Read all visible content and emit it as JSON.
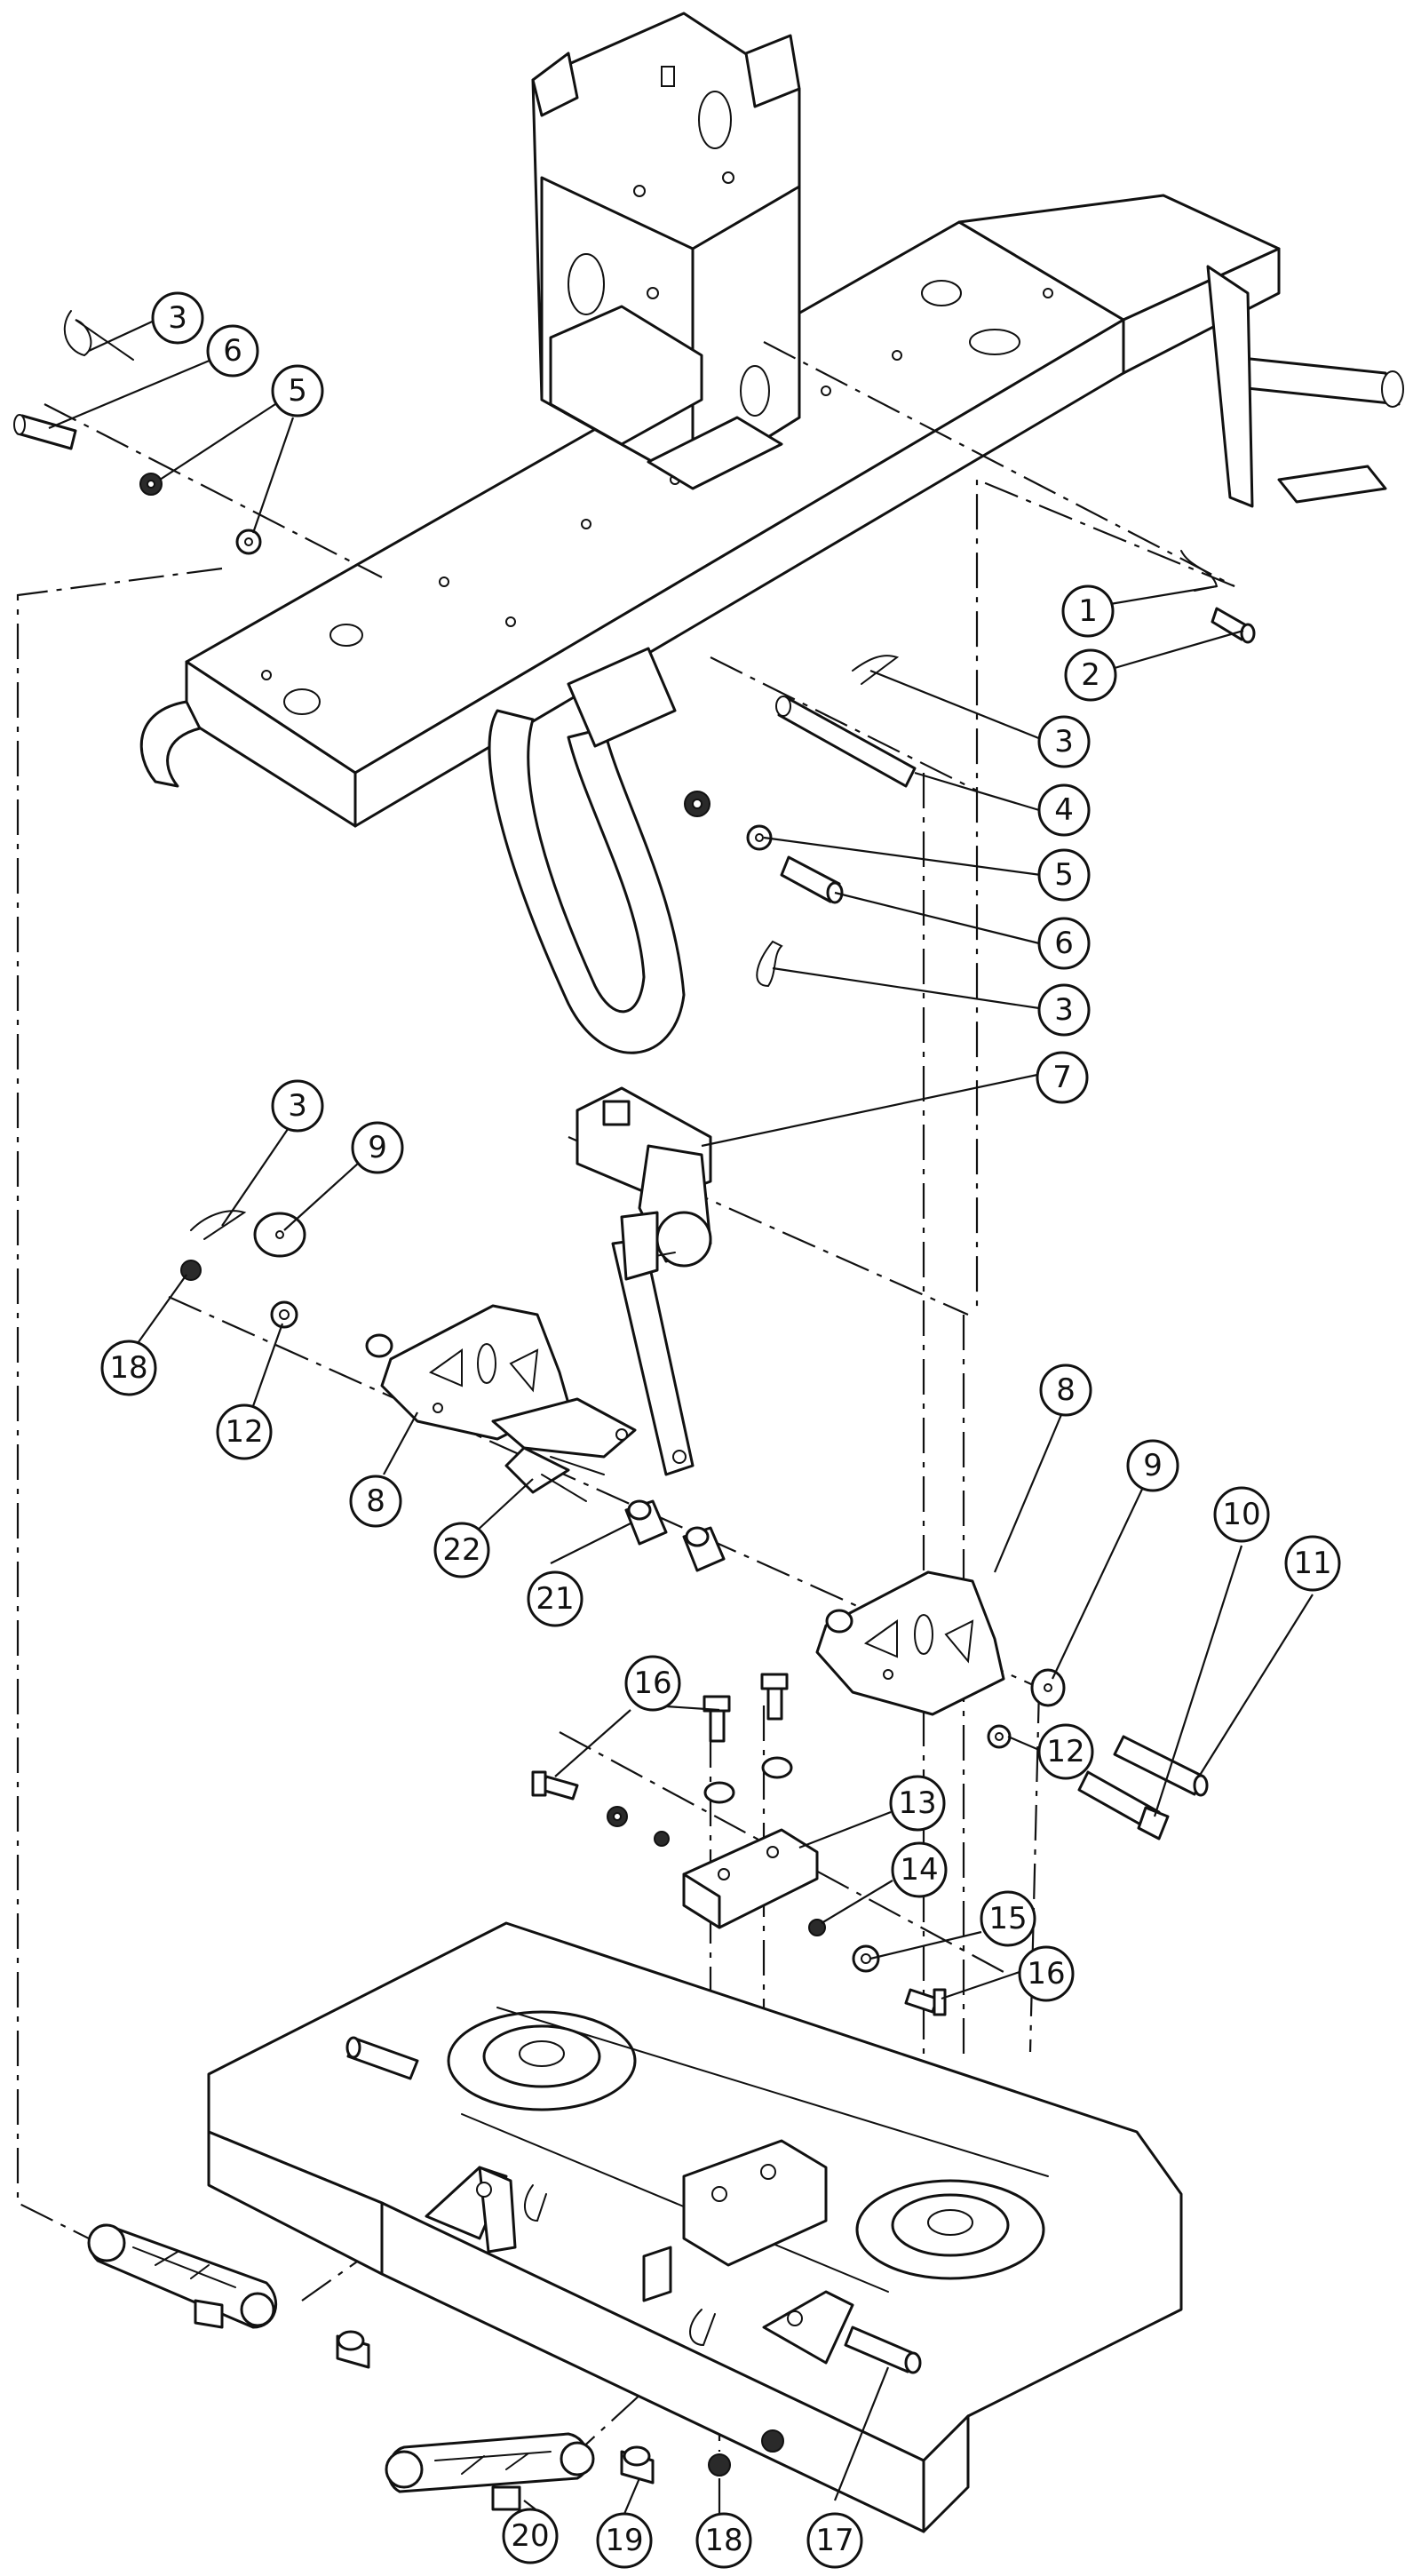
{
  "callouts": [
    {
      "id": "1",
      "label": "1"
    },
    {
      "id": "2",
      "label": "2"
    },
    {
      "id": "3",
      "label": "3"
    },
    {
      "id": "4",
      "label": "4"
    },
    {
      "id": "5",
      "label": "5"
    },
    {
      "id": "6",
      "label": "6"
    },
    {
      "id": "7",
      "label": "7"
    },
    {
      "id": "8",
      "label": "8"
    },
    {
      "id": "9",
      "label": "9"
    },
    {
      "id": "10",
      "label": "10"
    },
    {
      "id": "11",
      "label": "11"
    },
    {
      "id": "12",
      "label": "12"
    },
    {
      "id": "13",
      "label": "13"
    },
    {
      "id": "14",
      "label": "14"
    },
    {
      "id": "15",
      "label": "15"
    },
    {
      "id": "16",
      "label": "16"
    },
    {
      "id": "17",
      "label": "17"
    },
    {
      "id": "18",
      "label": "18"
    },
    {
      "id": "19",
      "label": "19"
    },
    {
      "id": "20",
      "label": "20"
    },
    {
      "id": "21",
      "label": "21"
    },
    {
      "id": "22",
      "label": "22"
    }
  ],
  "colors": {
    "line": "#111111",
    "background": "#ffffff"
  }
}
